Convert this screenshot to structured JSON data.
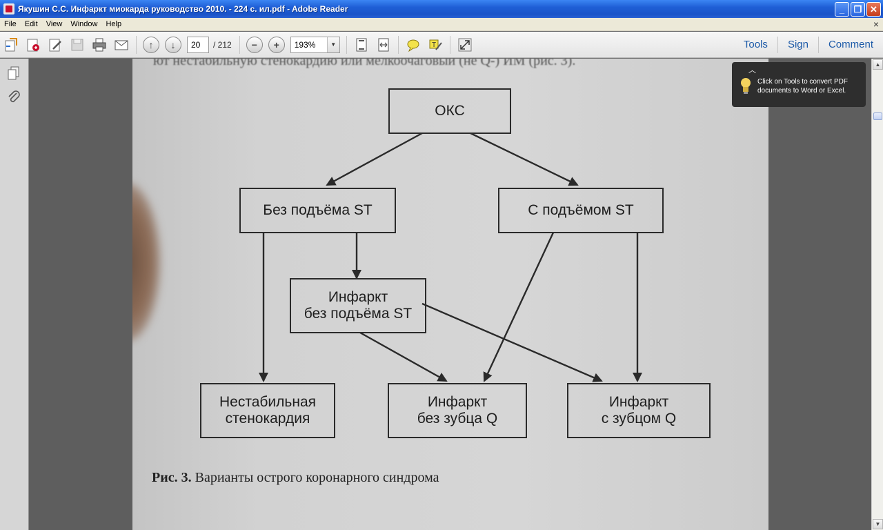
{
  "window": {
    "title": "Якушин С.С. Инфаркт миокарда руководство 2010. - 224 с. ил.pdf - Adobe Reader"
  },
  "menu": {
    "items": [
      "File",
      "Edit",
      "View",
      "Window",
      "Help"
    ],
    "close_glyph": "×"
  },
  "toolbar": {
    "page_current": "20",
    "page_total": "/ 212",
    "zoom": "193%",
    "links": [
      "Tools",
      "Sign",
      "Comment"
    ]
  },
  "tooltip": {
    "text": "Click on Tools to convert PDF documents to Word or Excel."
  },
  "document": {
    "top_line": "ют нестабильную стенокардию или мелкоочаговый (не Q-) ИМ (рис. 3).",
    "flowchart": {
      "root": "ОКС",
      "no_st": "Без подъёма ST",
      "st": "С подъёмом ST",
      "mi_no_st_line1": "Инфаркт",
      "mi_no_st_line2": "без подъёма ST",
      "unstable_line1": "Нестабильная",
      "unstable_line2": "стенокардия",
      "no_q_line1": "Инфаркт",
      "no_q_line2": "без зубца Q",
      "q_line1": "Инфаркт",
      "q_line2": "с зубцом Q"
    },
    "caption_label": "Рис. 3.",
    "caption_text": "Варианты острого коронарного синдрома"
  }
}
